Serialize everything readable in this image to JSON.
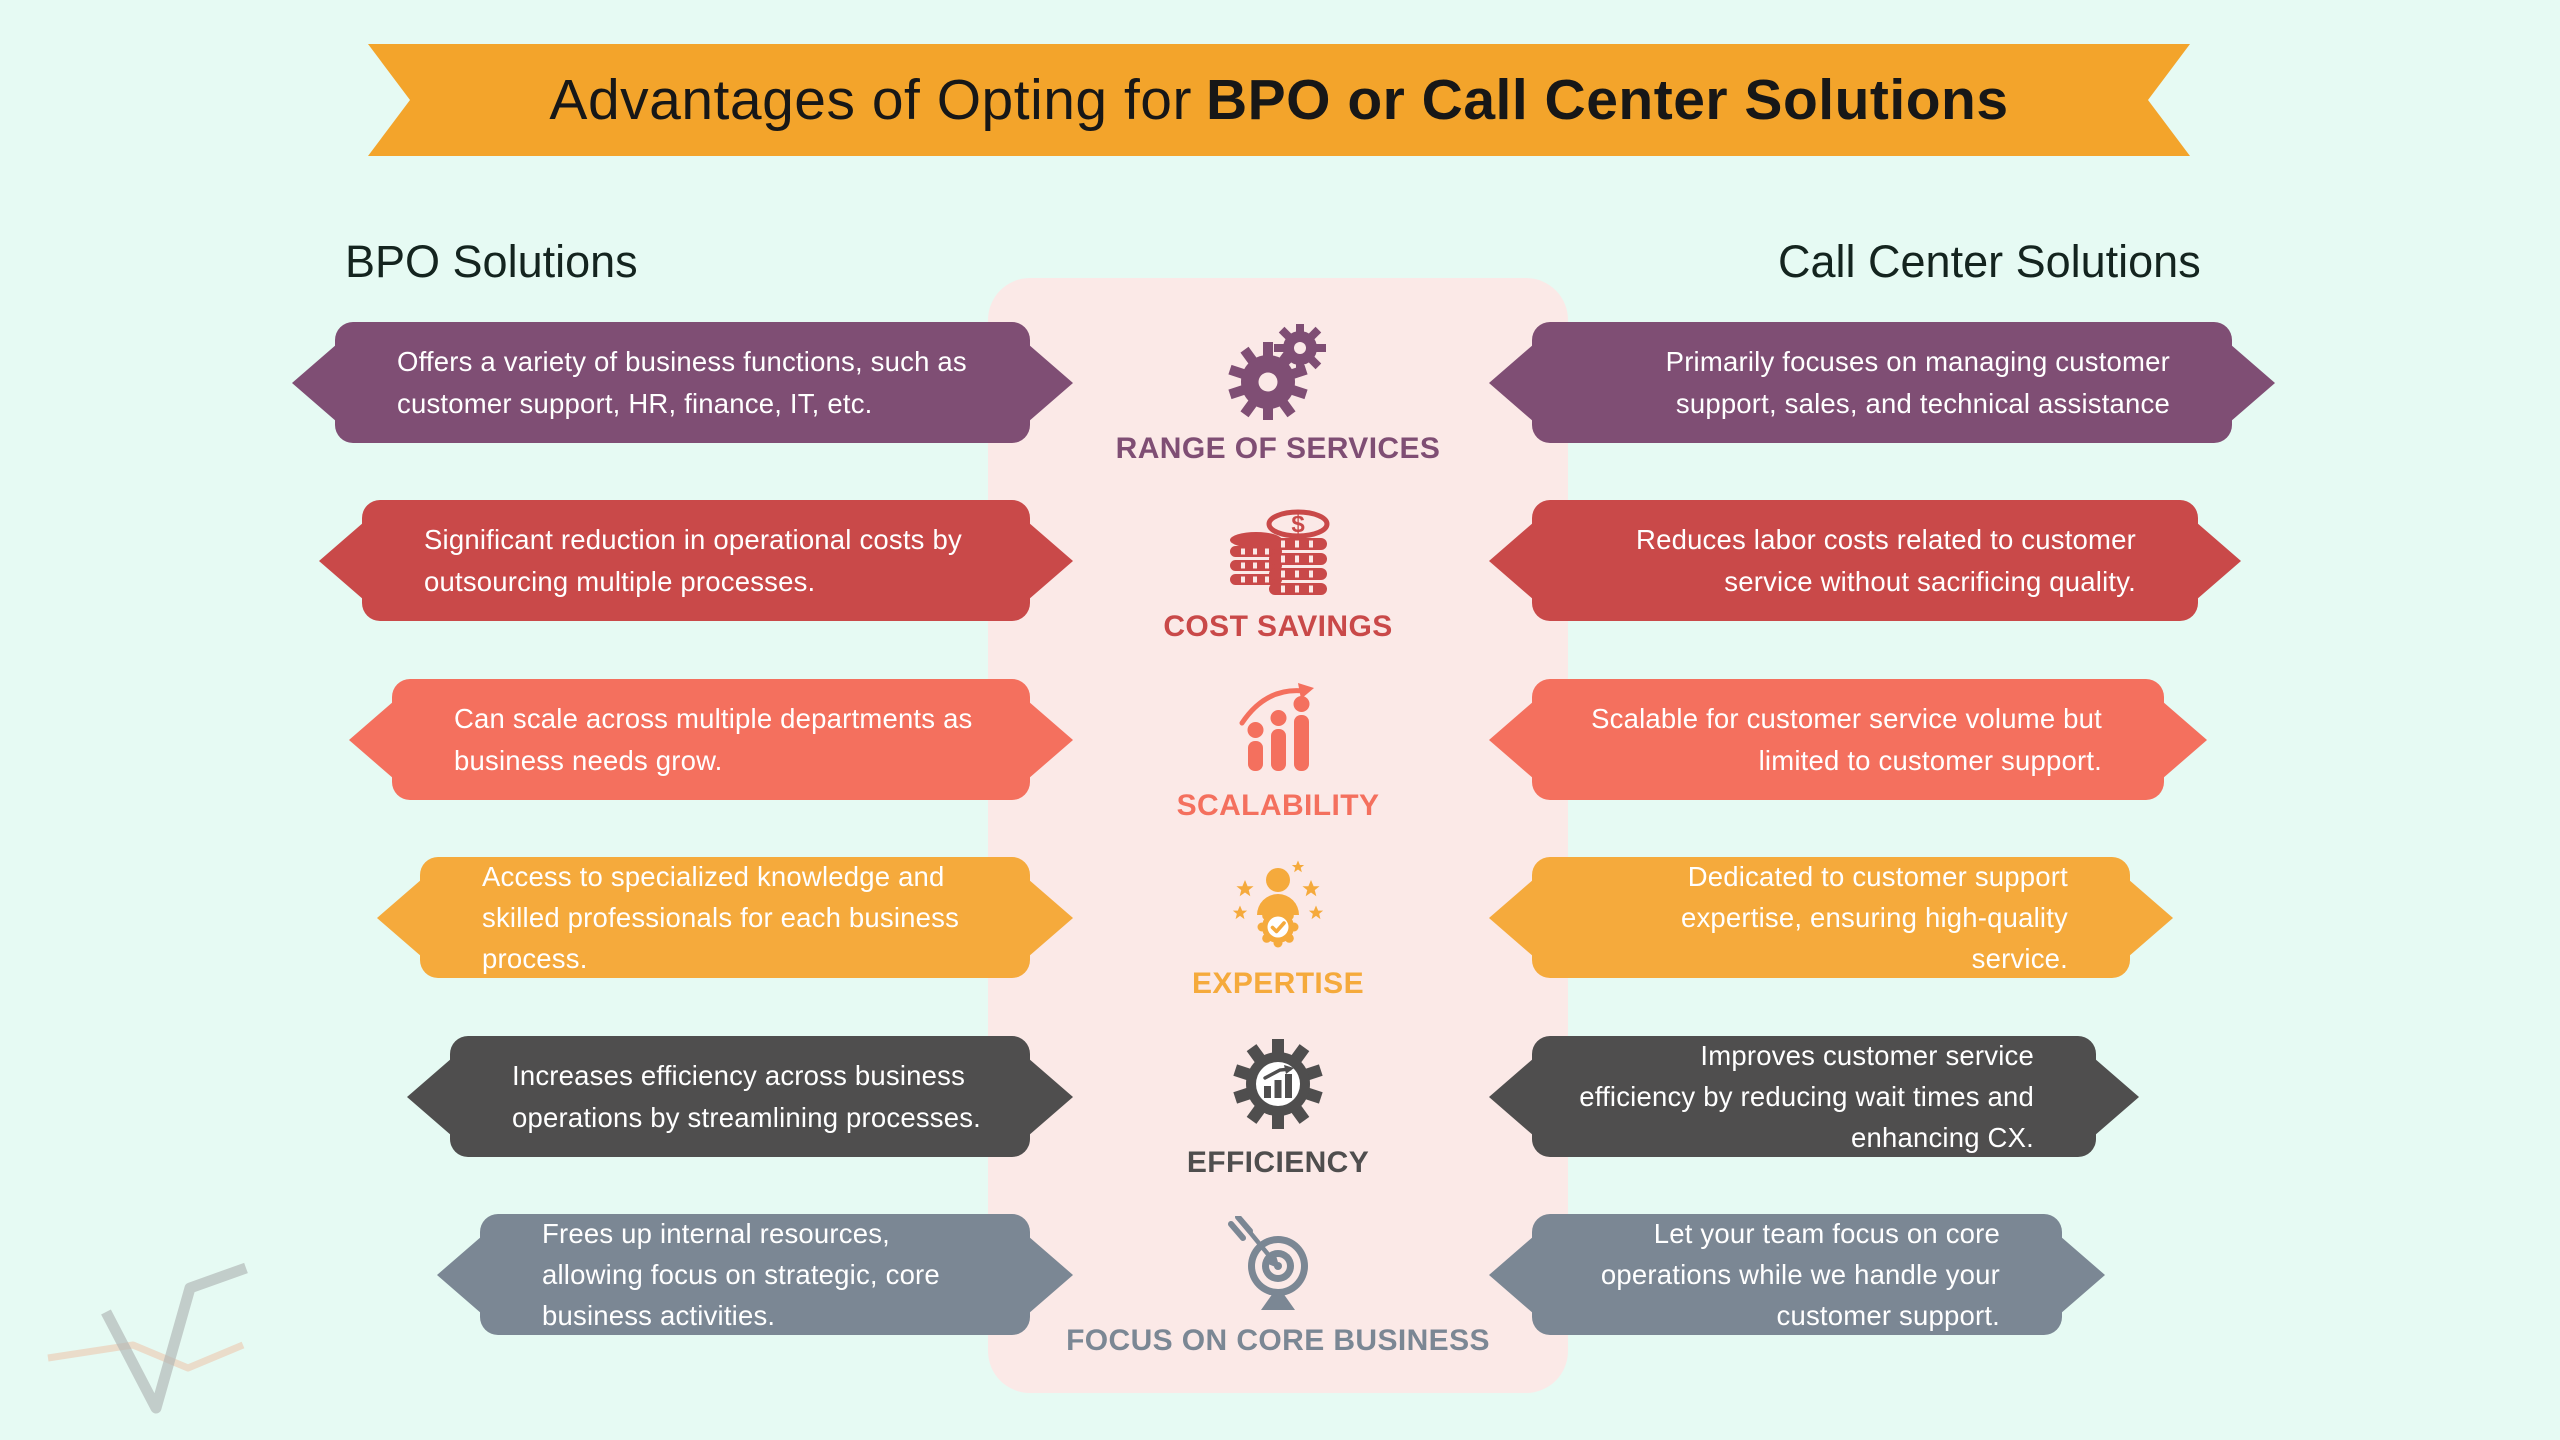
{
  "title": {
    "normal": "Advantages of Opting for",
    "bold": "BPO or Call Center Solutions"
  },
  "headings": {
    "left": "BPO Solutions",
    "right": "Call Center Solutions"
  },
  "colors": {
    "background": "#E6FAF3",
    "banner": "#F3A42B",
    "title_text": "#171717",
    "heading_text": "#14241F",
    "center_panel": "#FBE9E7",
    "box_text": "#FFFFFF"
  },
  "rows": [
    {
      "label": "RANGE OF SERVICES",
      "icon": "gears-icon",
      "color": "#7F4E74",
      "bpo": "Offers a variety of business functions, such as customer support, HR, finance, IT, etc.",
      "call_center": "Primarily focuses on managing customer support, sales, and technical assistance"
    },
    {
      "label": "COST SAVINGS",
      "icon": "coins-icon",
      "color": "#C94949",
      "bpo": "Significant reduction in operational costs by outsourcing multiple processes.",
      "call_center": "Reduces labor costs related to customer service without sacrificing quality."
    },
    {
      "label": "SCALABILITY",
      "icon": "growth-chart-icon",
      "color": "#F4705E",
      "bpo": "Can scale across multiple departments as business needs grow.",
      "call_center": "Scalable for customer service volume but limited to customer support."
    },
    {
      "label": "EXPERTISE",
      "icon": "expert-badge-icon",
      "color": "#F5AA3C",
      "bpo": "Access to specialized knowledge and skilled professionals for each business process.",
      "call_center": "Dedicated to customer support expertise, ensuring high-quality service."
    },
    {
      "label": "EFFICIENCY",
      "icon": "gear-chart-icon",
      "color": "#4F4E4E",
      "bpo": "Increases efficiency across business operations by streamlining processes.",
      "call_center": "Improves customer service efficiency by reducing wait times and enhancing CX."
    },
    {
      "label": "FOCUS ON CORE BUSINESS",
      "icon": "target-arrow-icon",
      "color": "#7B8794",
      "bpo": "Frees up internal resources, allowing focus on strategic, core business activities.",
      "call_center": "Let your team focus on core operations while we handle your customer support."
    }
  ]
}
